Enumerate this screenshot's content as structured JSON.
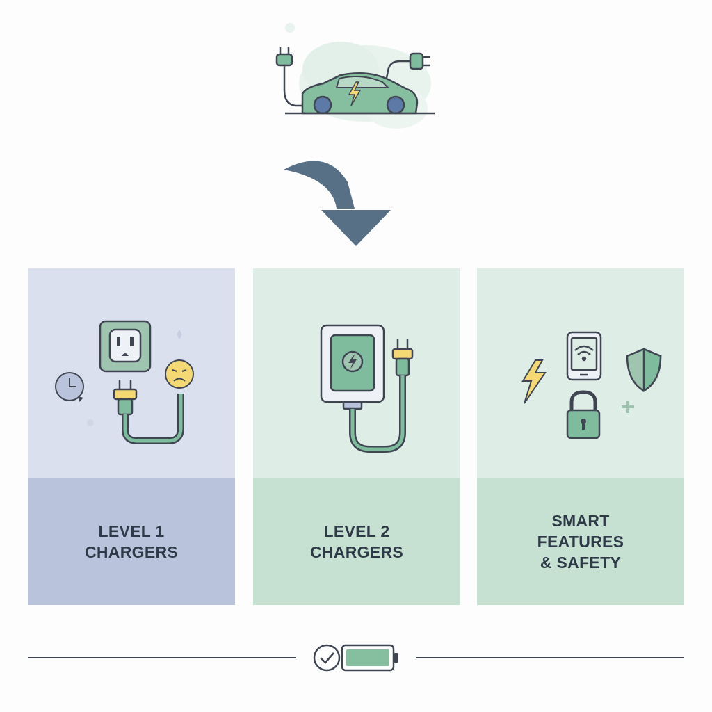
{
  "header": {
    "illustration": "electric-car-charging",
    "arrow": "curved-arrow-down"
  },
  "panels": [
    {
      "label_line1": "LEVEL 1",
      "label_line2": "CHARGERS",
      "label_line3": "",
      "icons": [
        "wall-outlet-icon",
        "plug-cable-icon",
        "clock-icon",
        "sad-face-icon"
      ]
    },
    {
      "label_line1": "LEVEL 2",
      "label_line2": "CHARGERS",
      "label_line3": "",
      "icons": [
        "wall-charger-icon",
        "plug-cable-icon"
      ]
    },
    {
      "label_line1": "SMART",
      "label_line2": "FEATURES",
      "label_line3": "& SAFETY",
      "icons": [
        "lightning-icon",
        "smartphone-wifi-icon",
        "shield-icon",
        "padlock-icon"
      ]
    }
  ],
  "footer": {
    "icons": [
      "checkmark-icon",
      "battery-icon"
    ]
  },
  "colors": {
    "navy": "#587086",
    "green": "#7fbb9d",
    "yellow": "#f3d873",
    "outline": "#3f4652",
    "panel1_top": "#dbe0ee",
    "panel1_bottom": "#b9c4dc",
    "panel2_top": "#deede5",
    "panel2_bottom": "#c6e0d1",
    "panel3_top": "#deede5",
    "panel3_bottom": "#c6e0d1"
  }
}
